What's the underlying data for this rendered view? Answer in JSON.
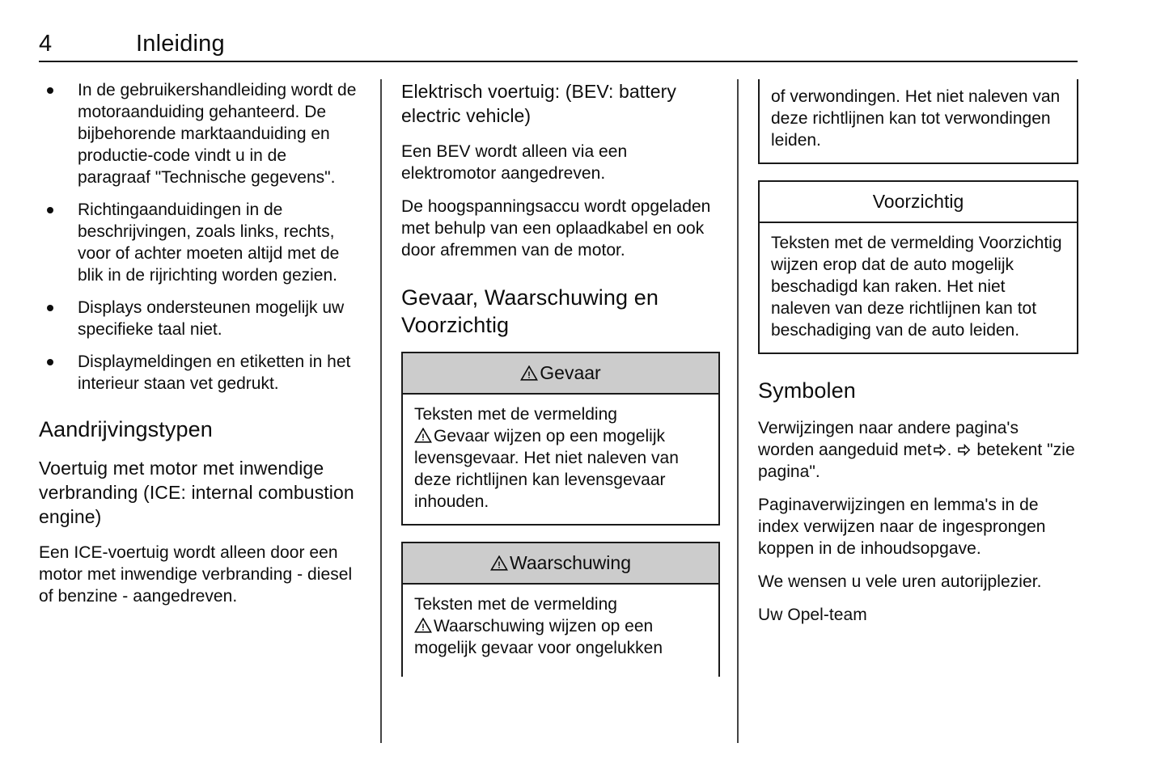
{
  "header": {
    "folio": "4",
    "chapter": "Inleiding"
  },
  "icons": {
    "warning_triangle": "warning-triangle-icon",
    "page_reference_arrow": "right-arrow-icon"
  },
  "colors": {
    "text": "#0d0d0d",
    "rule": "#1a1a1a",
    "divider": "#444444",
    "notice_head_fill": "#cccccc",
    "page_background": "#ffffff"
  },
  "column1": {
    "bullets": [
      "In de gebruikershandleiding wordt de motoraanduiding gehanteerd. De bijbehorende marktaanduiding en productie-code vindt u in de paragraaf \"Technische gegevens\".",
      "Richtingaanduidingen in de beschrijvingen, zoals links, rechts, voor of achter moeten altijd met de blik in de rijrichting worden gezien.",
      "Displays ondersteunen mogelijk uw specifieke taal niet.",
      "Displaymeldingen en etiketten in het interieur staan vet gedrukt."
    ],
    "heading_1": "Aandrijvingstypen",
    "heading_2": "Voertuig met motor met inwendige verbranding (ICE: internal combustion engine)",
    "paragraph_1": "Een ICE-voertuig wordt alleen door een motor met inwendige verbranding - diesel of benzine - aangedreven."
  },
  "column2": {
    "heading_1": "Elektrisch voertuig: (BEV: battery electric vehicle)",
    "paragraph_1": "Een BEV wordt alleen via een elektromotor aangedreven.",
    "paragraph_2": "De hoogspanningsaccu wordt opgeladen met behulp van een oplaadkabel en ook door afremmen van de motor.",
    "heading_2": "Gevaar, Waarschuwing en Voorzichtig",
    "danger_box": {
      "title": "Gevaar",
      "body_lead": "Teksten met de vermelding",
      "body_after_icon": "Gevaar wijzen op een mogelijk levensgevaar. Het niet naleven van deze richtlijnen kan levensgevaar inhouden."
    },
    "warning_box": {
      "title": "Waarschuwing",
      "body_lead": "Teksten met de vermelding",
      "body_after_icon": "Waarschuwing wijzen op een mogelijk gevaar voor ongelukken"
    }
  },
  "column3": {
    "warning_box_continued": "of verwondingen. Het niet naleven van deze richtlijnen kan tot verwondingen leiden.",
    "caution_box": {
      "title": "Voorzichtig",
      "body": "Teksten met de vermelding Voorzichtig wijzen erop dat de auto mogelijk beschadigd kan raken. Het niet naleven van deze richtlijnen kan tot beschadiging van de auto leiden."
    },
    "heading_1": "Symbolen",
    "symbols_paragraph_part1": "Verwijzingen naar andere pagina's worden aangeduid met",
    "symbols_paragraph_part2": ".",
    "symbols_paragraph_part3": "betekent \"zie pagina\".",
    "paragraph_2": "Paginaverwijzingen en lemma's in de index verwijzen naar de ingesprongen koppen in de inhoudsopgave.",
    "paragraph_3": "We wensen u vele uren autorijplezier.",
    "signature": "Uw Opel-team"
  }
}
